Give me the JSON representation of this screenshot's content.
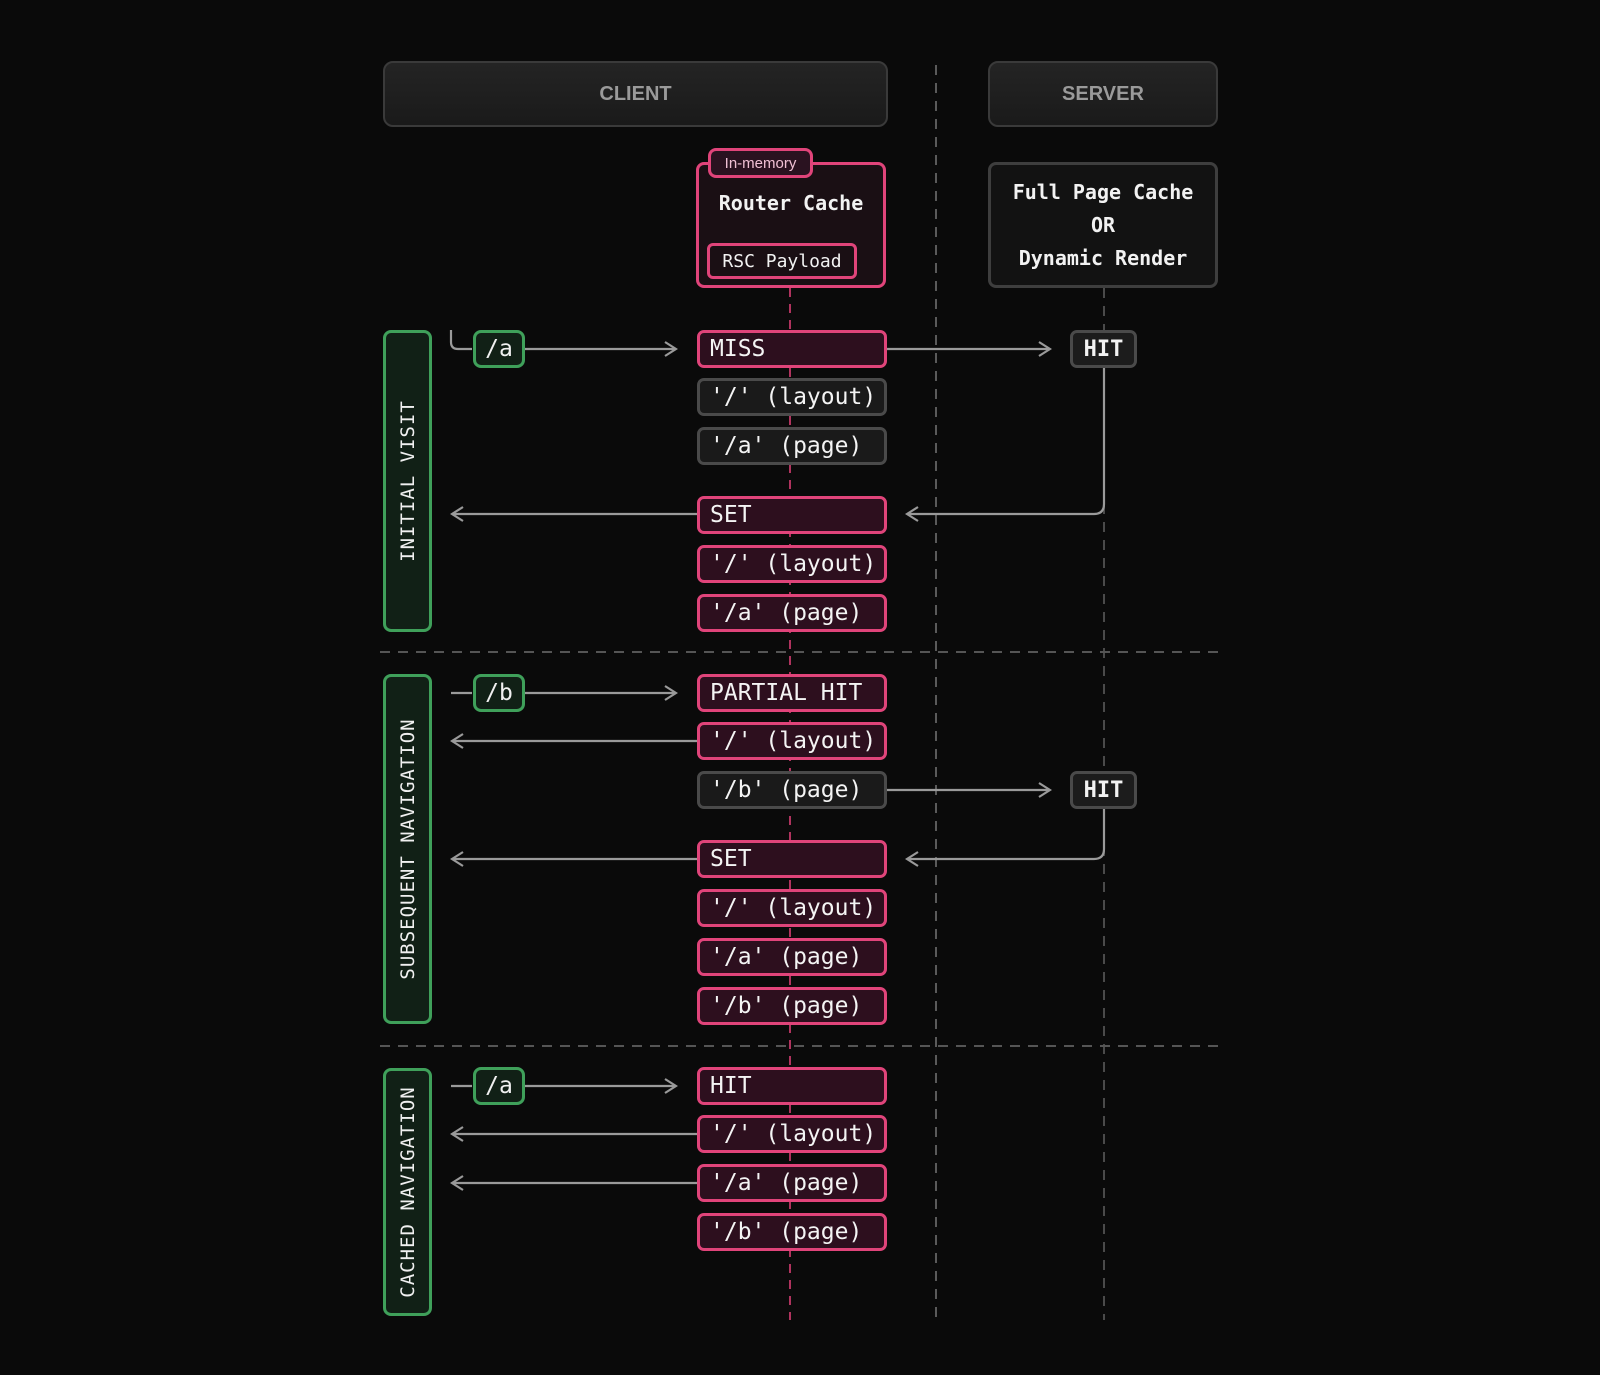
{
  "headers": {
    "client": "CLIENT",
    "server": "SERVER"
  },
  "router_cache": {
    "tag": "In-memory",
    "title": "Router Cache",
    "payload": "RSC Payload"
  },
  "server_box": {
    "line1": "Full Page Cache",
    "line2": "OR",
    "line3": "Dynamic Render"
  },
  "phases": {
    "initial": "INITIAL VISIT",
    "subsequent": "SUBSEQUENT NAVIGATION",
    "cached": "CACHED NAVIGATION"
  },
  "initial": {
    "route": "/a",
    "status": "MISS",
    "lookup": [
      "'/' (layout)",
      "'/a' (page)"
    ],
    "server_hit": "HIT",
    "set": "SET",
    "set_items": [
      "'/' (layout)",
      "'/a' (page)"
    ]
  },
  "subsequent": {
    "route": "/b",
    "status": "PARTIAL HIT",
    "cached_item": "'/' (layout)",
    "missing_item": "'/b' (page)",
    "server_hit": "HIT",
    "set": "SET",
    "set_items": [
      "'/' (layout)",
      "'/a' (page)",
      "'/b' (page)"
    ]
  },
  "cached": {
    "route": "/a",
    "status": "HIT",
    "items": [
      "'/' (layout)",
      "'/a' (page)",
      "'/b' (page)"
    ]
  },
  "colors": {
    "accent": "#e0447a",
    "route": "#3fa05a",
    "neutral": "#4a4a4a"
  }
}
